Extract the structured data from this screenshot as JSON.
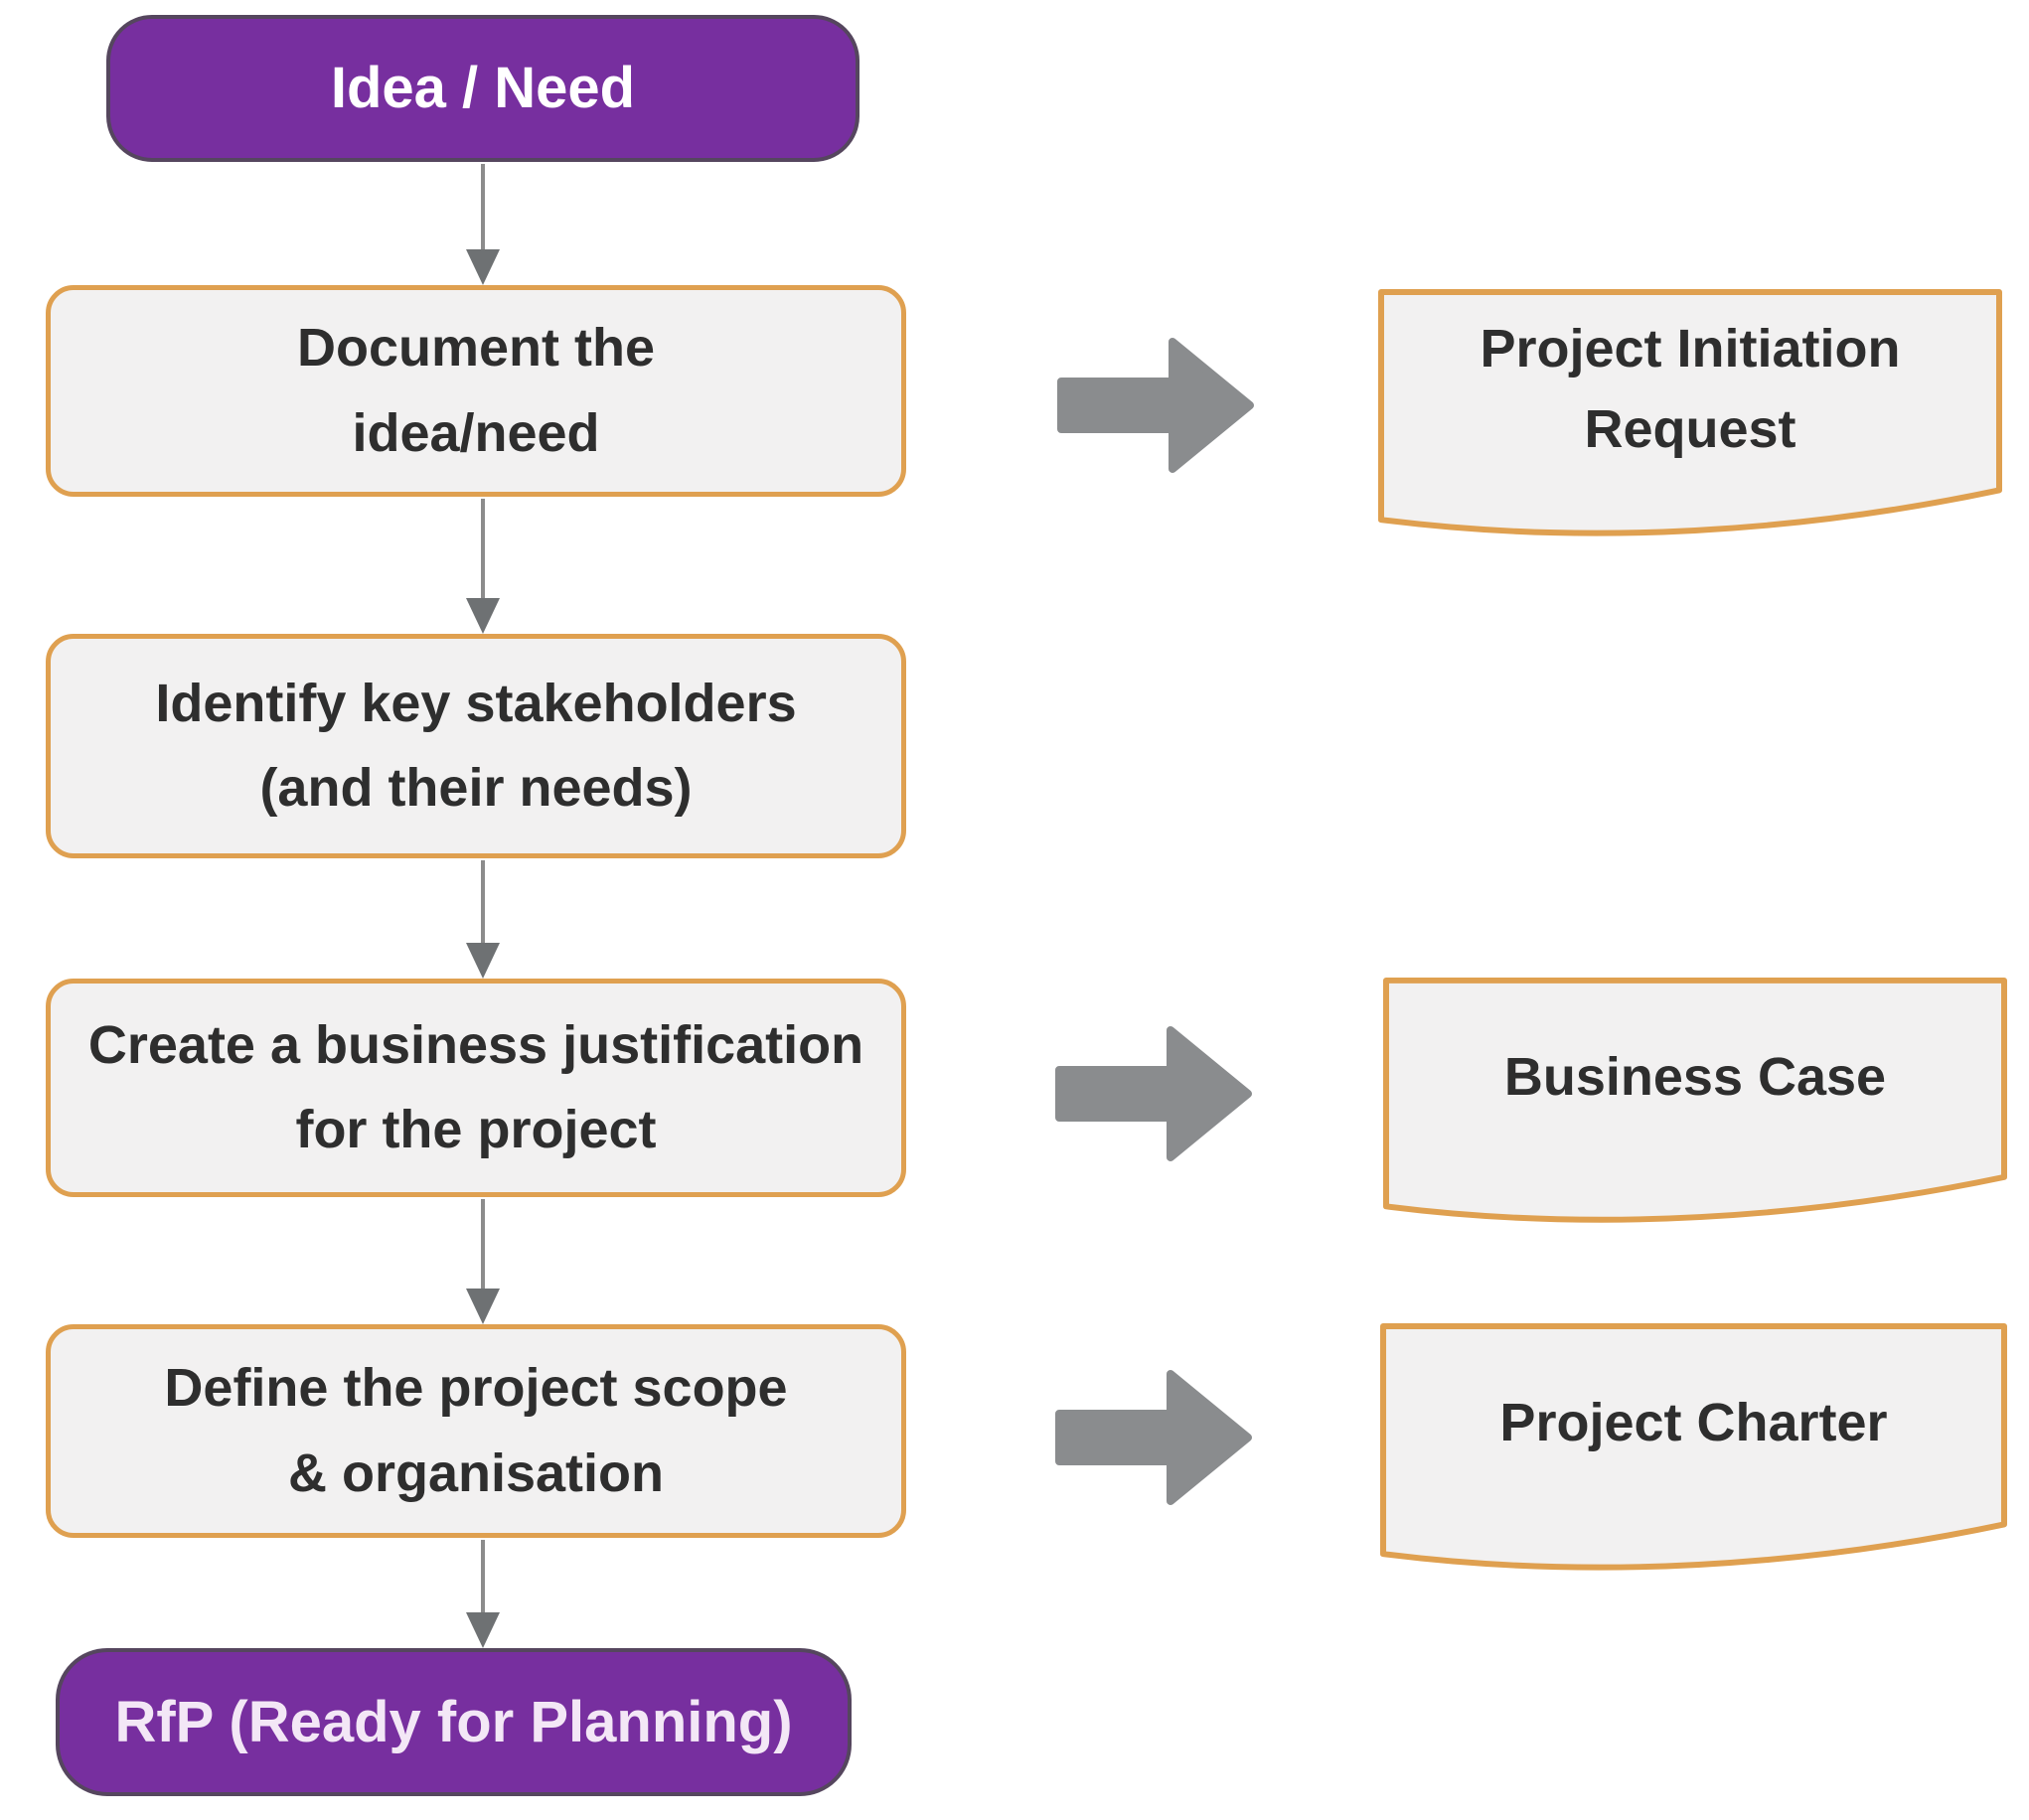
{
  "palette": {
    "bg": "#FFFFFF",
    "purple": "#772F9F",
    "purple_rim": "#55465E",
    "pill_text": "#FFFFFF",
    "pill_text_end": "#F3E7F6",
    "orange": "#DFA050",
    "box_fill": "#F2F1F1",
    "text_dark": "#2E2E2E",
    "connector_gray": "#8C8C8C",
    "connector_head": "#6E7173",
    "arrow_gray": "#8A8C8E"
  },
  "flow": {
    "start_label": "Idea / Need",
    "steps": [
      {
        "label": "Document the\nidea/need"
      },
      {
        "label": "Identify key stakeholders\n(and their needs)"
      },
      {
        "label": "Create a business justification\nfor the project"
      },
      {
        "label": "Define the project scope\n& organisation"
      }
    ],
    "end_label": "RfP (Ready for Planning)"
  },
  "outputs": [
    {
      "label": "Project Initiation\nRequest"
    },
    {
      "label": "Business Case"
    },
    {
      "label": "Project Charter"
    }
  ]
}
